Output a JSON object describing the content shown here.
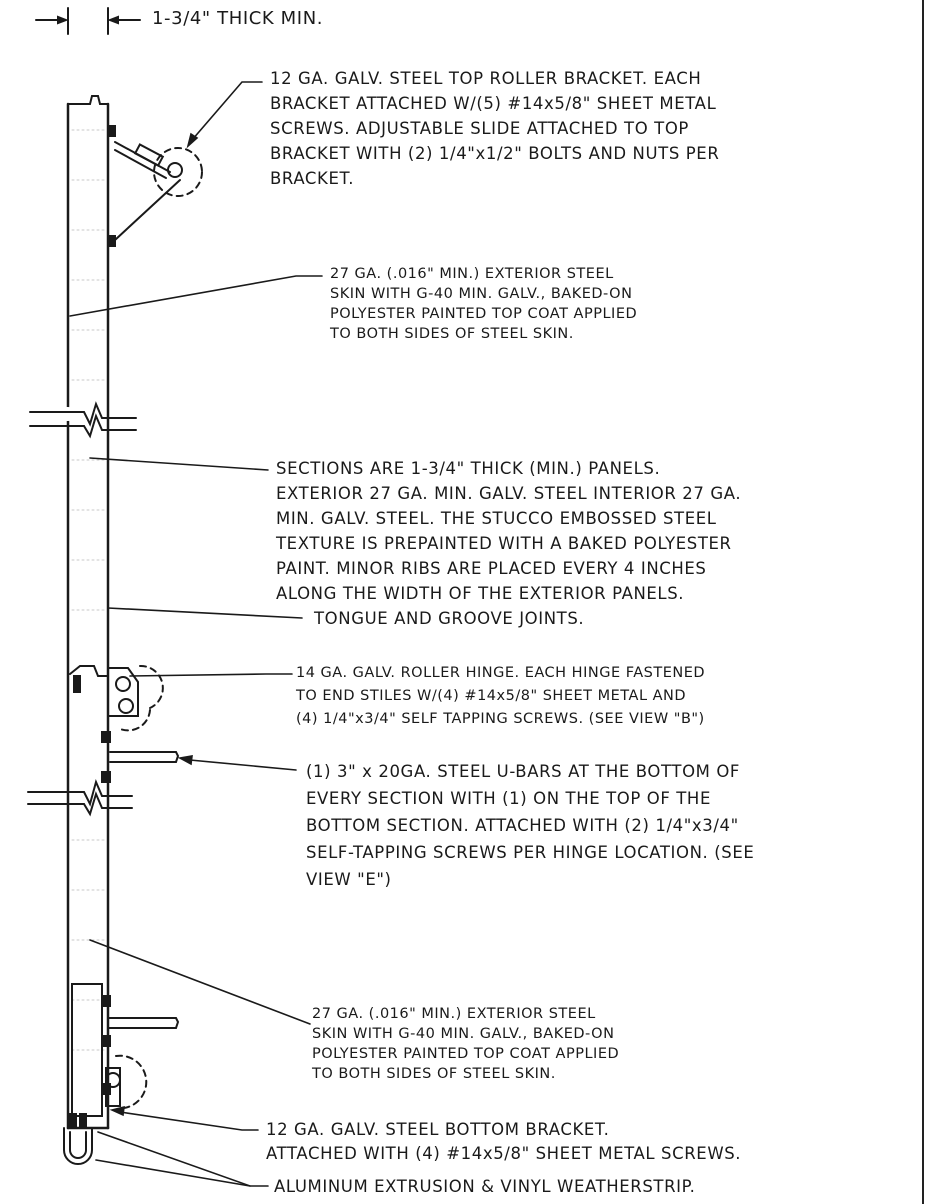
{
  "dimension": {
    "label": "1-3/4\" THICK MIN."
  },
  "notes": {
    "top_roller_bracket": [
      "12 GA. GALV. STEEL TOP ROLLER BRACKET. EACH",
      "BRACKET ATTACHED W/(5) #14x5/8\" SHEET METAL",
      "SCREWS. ADJUSTABLE SLIDE ATTACHED TO TOP",
      "BRACKET WITH (2) 1/4\"x1/2\" BOLTS AND NUTS PER",
      "BRACKET."
    ],
    "exterior_skin_top": [
      "27 GA. (.016\" MIN.) EXTERIOR STEEL",
      "SKIN WITH G-40 MIN. GALV., BAKED-ON",
      "POLYESTER PAINTED TOP COAT APPLIED",
      "TO BOTH SIDES OF STEEL SKIN."
    ],
    "sections": [
      "SECTIONS ARE 1-3/4\" THICK (MIN.) PANELS.",
      "EXTERIOR 27 GA. MIN. GALV. STEEL INTERIOR 27 GA.",
      "MIN. GALV. STEEL. THE STUCCO EMBOSSED STEEL",
      "TEXTURE IS PREPAINTED WITH A BAKED POLYESTER",
      "PAINT. MINOR RIBS ARE PLACED EVERY 4 INCHES",
      "ALONG THE WIDTH OF THE EXTERIOR PANELS."
    ],
    "tongue_groove": [
      "TONGUE AND GROOVE JOINTS."
    ],
    "roller_hinge": [
      "14 GA. GALV. ROLLER HINGE. EACH HINGE FASTENED",
      "TO END STILES W/(4) #14x5/8\" SHEET METAL AND",
      "(4) 1/4\"x3/4\" SELF TAPPING SCREWS. (SEE VIEW \"B\")"
    ],
    "u_bars": [
      "(1) 3\" x 20GA. STEEL U-BARS AT THE BOTTOM OF",
      "EVERY SECTION WITH (1) ON THE TOP OF THE",
      "BOTTOM SECTION. ATTACHED WITH (2) 1/4\"x3/4\"",
      "SELF-TAPPING SCREWS PER HINGE LOCATION. (SEE",
      "VIEW \"E\")"
    ],
    "exterior_skin_bottom": [
      "27 GA. (.016\" MIN.) EXTERIOR STEEL",
      "SKIN WITH G-40 MIN. GALV., BAKED-ON",
      "POLYESTER PAINTED TOP COAT APPLIED",
      "TO BOTH SIDES OF STEEL SKIN."
    ],
    "bottom_bracket": [
      "12 GA. GALV. STEEL BOTTOM BRACKET.",
      "ATTACHED WITH (4) #14x5/8\" SHEET METAL SCREWS."
    ],
    "weatherstrip": [
      "ALUMINUM EXTRUSION & VINYL WEATHERSTRIP."
    ]
  }
}
